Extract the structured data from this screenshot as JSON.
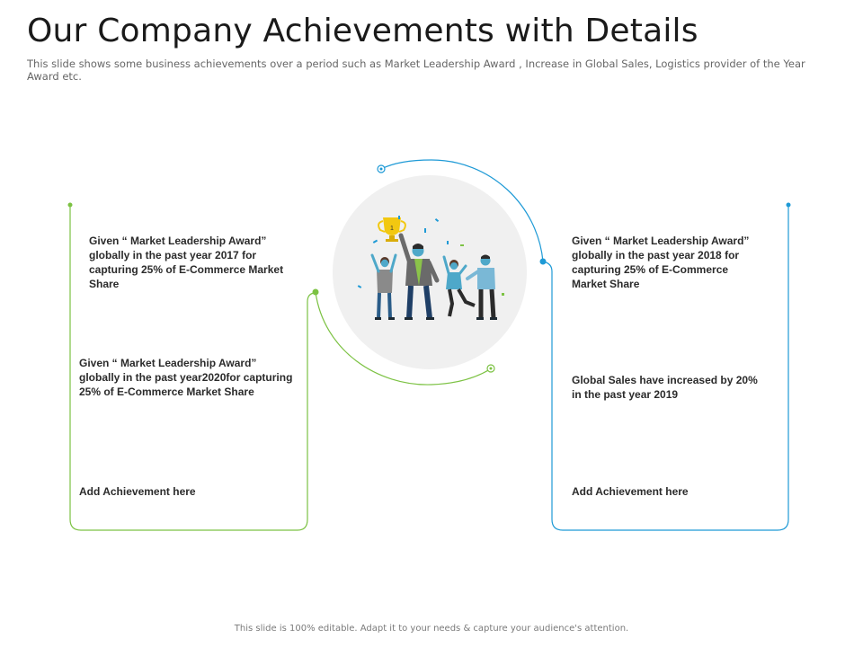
{
  "slide": {
    "title": "Our Company Achievements with Details",
    "subtitle": "This slide shows some business achievements over a period such as Market Leadership Award , Increase in Global Sales, Logistics provider of the Year Award etc.",
    "footer": "This slide is 100% editable. Adapt it to your needs & capture your audience's attention."
  },
  "left_panel": {
    "item1": "Given “ Market Leadership Award” globally in the past year 2017 for capturing 25% of E-Commerce Market Share",
    "item2": "Given “ Market Leadership Award” globally in the past year2020for capturing 25% of E-Commerce Market Share",
    "item3": "Add Achievement here"
  },
  "right_panel": {
    "item1": "Given “ Market Leadership Award” globally in the past year 2018 for capturing 25% of E-Commerce Market Share",
    "item2": "Global Sales have increased by 20% in the past year 2019",
    "item3": "Add Achievement here"
  },
  "colors": {
    "green": "#7cc243",
    "blue": "#1e9ad6",
    "circle_bg": "#f0f0f0",
    "trophy": "#f2c811"
  }
}
